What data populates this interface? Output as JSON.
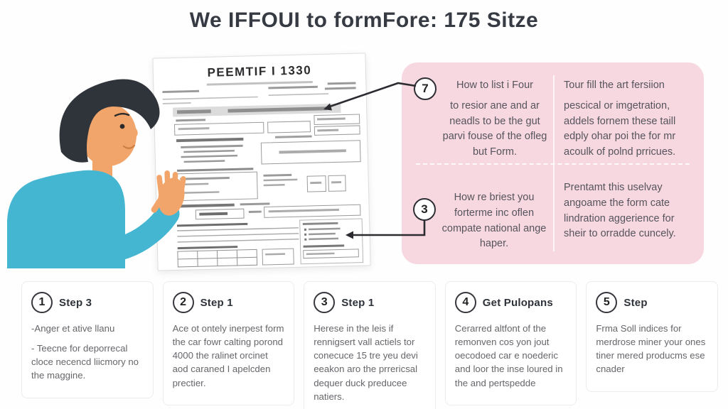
{
  "page": {
    "title": "We IFFOUI to formFore: 175 Sitze"
  },
  "form": {
    "title": "PEEMTIF I 1330"
  },
  "callouts": {
    "top_left": {
      "number": "7",
      "title": "How to list i Four",
      "body": "to resior ane and ar neadls to be the gut parvi fouse of the ofleg but Form."
    },
    "top_right": {
      "title": "Tour fill the art fersiion",
      "body": "pescical or imgetration, addels fornem these taill edply ohar poi the for mr acoulk of polnd prricues."
    },
    "bottom_left": {
      "number": "3",
      "body": "How re briest you forterme inc oflen compate national ange haper."
    },
    "bottom_right": {
      "body": "Prentamt this uselvay angoame the form cate lindration aggerience for sheir to orradde cuncely."
    }
  },
  "steps": [
    {
      "number": "1",
      "title": "Step 3",
      "lines": [
        "-Anger et ative llanu",
        "- Teecne for deporrecal cloce necencd liicmory no the maggine."
      ]
    },
    {
      "number": "2",
      "title": "Step 1",
      "lines": [
        "Ace ot ontely inerpest form the car fowr calting porond 4000 the ralinet orcinet aod caraned I apelcden prectier."
      ]
    },
    {
      "number": "3",
      "title": "Step 1",
      "lines": [
        "Herese in the leis if rennigsert vall actiels tor conecuce 15 tre yeu devi eeakon aro the prrericsal dequer duck preducee natiers."
      ]
    },
    {
      "number": "4",
      "title": "Get Pulopans",
      "lines": [
        "Cerarred altfont of the remonven cos yon jout oecodoed car e noederic and loor the inse loured in the and pertspedde"
      ]
    },
    {
      "number": "5",
      "title": "Step",
      "lines": [
        "Frma Soll indices for merdrose miner your ones tiner mered producms ese cnader"
      ]
    }
  ],
  "colors": {
    "panel_pink": "#f8d8e0",
    "sweater_teal": "#45b6d2",
    "skin": "#f2a56b",
    "hair": "#2f333a",
    "title_ink": "#363b43",
    "callout_text": "#55545c",
    "step_text": "#66666b",
    "circle_ink": "#2e2e35"
  }
}
